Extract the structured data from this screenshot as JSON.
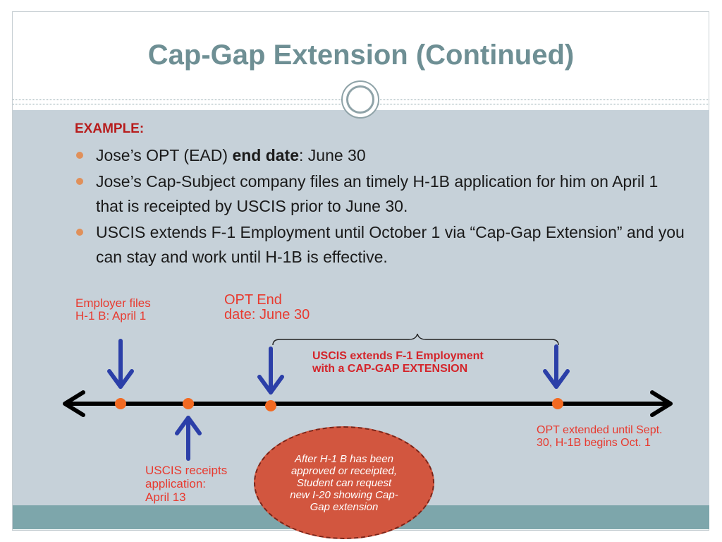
{
  "title": "Cap-Gap Extension (Continued)",
  "example_label": "EXAMPLE:",
  "bullets": [
    {
      "pre": "Jose’s OPT (EAD) ",
      "bold": "end date",
      "post": ": June 30"
    },
    {
      "text": "Jose’s Cap-Subject company files an timely H-1B application for him on April 1 that is receipted by USCIS prior to June 30."
    },
    {
      "text": "USCIS extends F-1 Employment until October 1 via “Cap-Gap Extension” and you can stay and work until H-1B is effective."
    }
  ],
  "timeline": {
    "employer_files": [
      "Employer files",
      "H-1 B: April 1"
    ],
    "opt_end": [
      "OPT End",
      "date: June 30"
    ],
    "extends": [
      "USCIS extends F-1 Employment",
      "with a CAP-GAP EXTENSION"
    ],
    "receipts": [
      "USCIS receipts",
      "application:",
      "April 13"
    ],
    "opt_extended": [
      "OPT extended until Sept.",
      "30, H-1B begins Oct. 1"
    ],
    "callout": "After H-1 B has been approved or receipted, Student can request new I-20 showing Cap-Gap extension"
  },
  "colors": {
    "accent_red": "#e83a2f",
    "dark_red": "#b71c1c",
    "arrow_blue": "#2b3fa8",
    "dot_orange": "#f26a22",
    "callout_fill": "#d2563f"
  }
}
